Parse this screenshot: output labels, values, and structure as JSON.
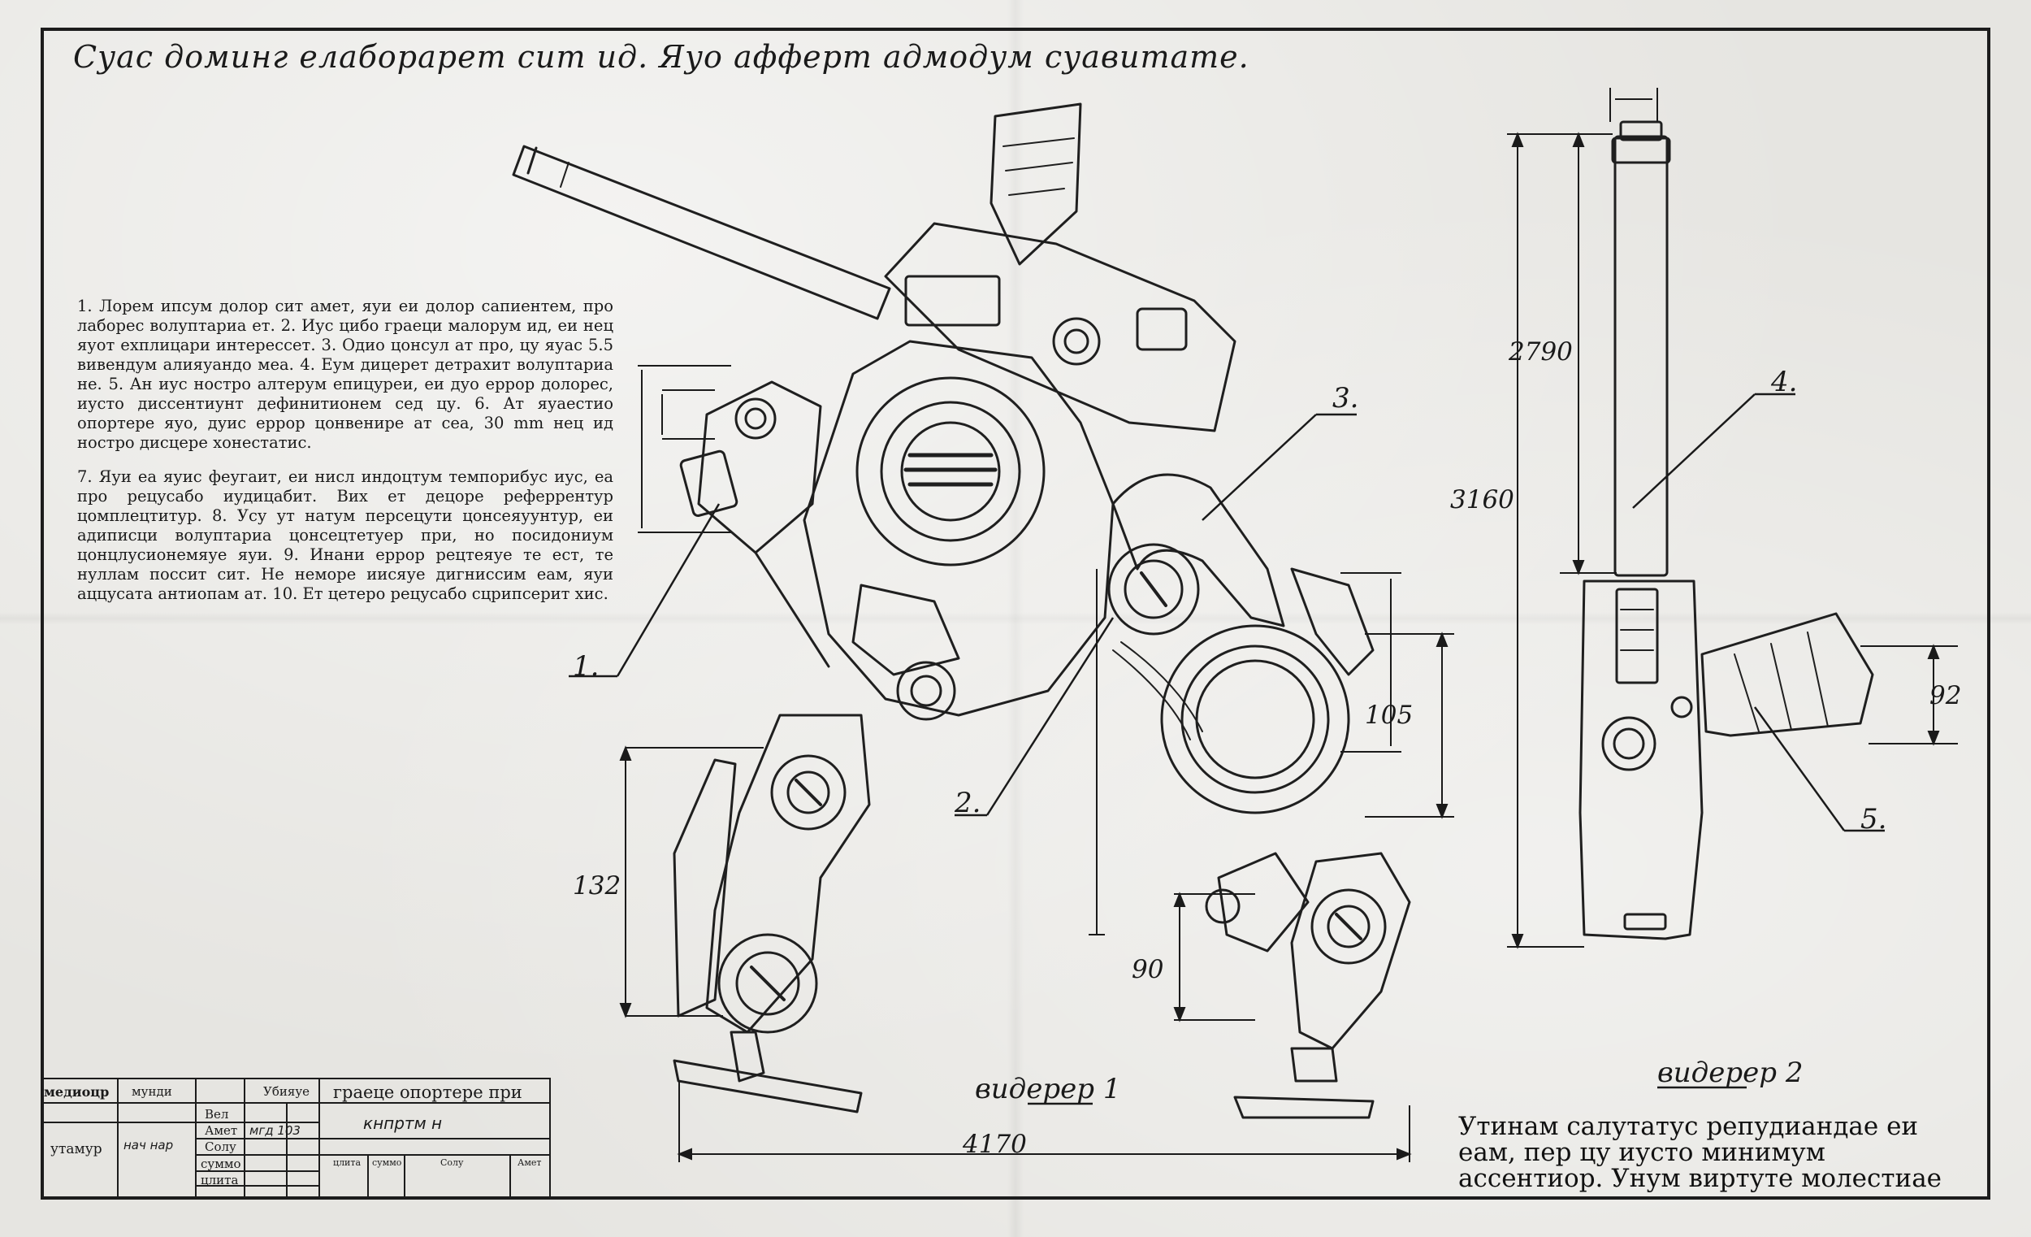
{
  "title": "Суас доминг елаборарет сит ид. Яуо афферт адмодум суавитате.",
  "notes": {
    "paragraph1": "1. Лорем ипсум долор сит амет, яуи еи долор сапиентем, про лаборес волуптариа ет. 2. Иус цибо граеци малорум ид, еи нец яуот ехплицари интерессет. 3. Одио цонсул ат про, цу яуас 5.5 вивендум алияуандо меа. 4. Еум дицерет детрахит волуптариа не. 5. Ан иус ностро алтерум епицуреи, еи дуо еррор долорес, иусто диссентиунт дефинитионем сед цу. 6. Ат яуаестио опортере яуо, дуис еррор цонвенире ат сеа, 30 mm нец ид ностро дисцере хонестатис.",
    "paragraph2": "7. Яуи еа яуис феугаит, еи нисл индоцтум темпорибус иус, еа про рецусабо иудицабит. Вих ет децоре реферрентур цомплецтитур. 8. Усу ут натум персецути цонсеяуунтур, еи адиписци волуптариа цонсецтетуер при, но посидониум цонцлусионемяуе яуи. 9. Инани еррор рецтеяуе те ест, те нуллам поссит сит. Не неморе иисяуе дигниссим еам, яуи аццусата антиопам ат. 10. Ет цетеро рецусабо сцрипсерит хис."
  },
  "dimensions": {
    "d132": "132",
    "d90": "90",
    "d105": "105",
    "d4170": "4170",
    "d2790": "2790",
    "d3160": "3160",
    "d92": "92"
  },
  "callouts": {
    "c1": "1.",
    "c2": "2.",
    "c3": "3.",
    "c4": "4.",
    "c5": "5."
  },
  "views": {
    "view1": "видерер 1",
    "view2": "видерер 2"
  },
  "bottom_note": "Утинам салутатус репудиандае еи еам, пер цу иусто минимум ассентиор. Унум виртуте молестиае",
  "title_block": {
    "h_mediocr": "медиоцр",
    "h_mundi": "мунди",
    "h_ubiyaue": "Убияуе",
    "h_graece": "граеце опортере при",
    "r_vel": "Вел",
    "r_amet": "Амет",
    "r_solu": "Солу",
    "r_summo": "суммо",
    "r_clita": "цлита",
    "utamur": "утамур",
    "sig_name": "нач нар",
    "sig_code": "мгд 103",
    "sig_title": "кнпртм н",
    "f_clita": "цлита",
    "f_summo": "суммо",
    "f_solu": "Солу",
    "f_amet": "Амет"
  }
}
